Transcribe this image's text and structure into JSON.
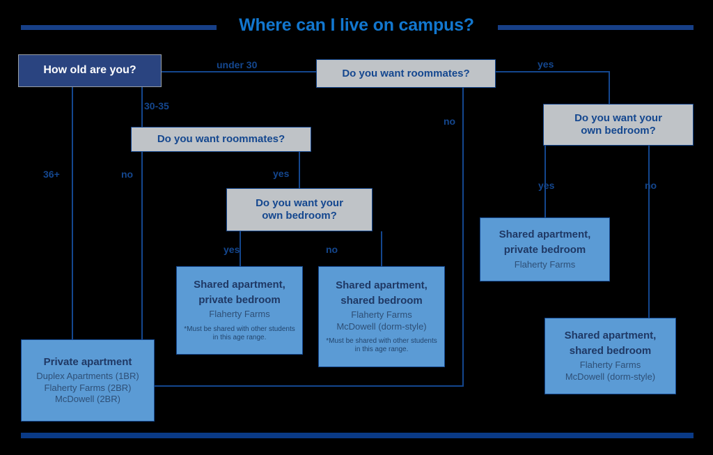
{
  "title": "Where can I live on campus?",
  "colors": {
    "background": "#000000",
    "title_text": "#1277cf",
    "rule": "#173f87",
    "bottom_rule": "#0a3a86",
    "line": "#14478f",
    "root_fill": "#2a4480",
    "root_text": "#ffffff",
    "question_fill": "#bfc3c7",
    "question_text": "#14478f",
    "outcome_fill": "#5b9bd5",
    "outcome_text": "#1f3864"
  },
  "nodes": {
    "root": {
      "title": "How old are you?"
    },
    "q_roommates_under30": {
      "title": "Do you want roommates?"
    },
    "q_roommates_30_35": {
      "title": "Do you want roommates?"
    },
    "q_bedroom_30_35": {
      "title": "Do you want your\nown bedroom?",
      "line1": "Do you want your",
      "line2": "own bedroom?"
    },
    "q_bedroom_under30": {
      "title": "Do you want your\nown bedroom?",
      "line1": "Do you want your",
      "line2": "own bedroom?"
    },
    "out_private_apartment": {
      "line1": "Private apartment",
      "sub": "Duplex Apartments (1BR)\nFlaherty Farms (2BR)\nMcDowell (2BR)",
      "sub_lines": [
        "Duplex Apartments (1BR)",
        "Flaherty Farms (2BR)",
        "McDowell (2BR)"
      ],
      "note": ""
    },
    "out_shared_private_3035": {
      "line1": "Shared apartment,",
      "line2": "private bedroom",
      "sub": "Flaherty Farms",
      "note": "*Must be shared with other students in this age range."
    },
    "out_shared_shared_3035": {
      "line1": "Shared apartment,",
      "line2": "shared bedroom",
      "sub": "Flaherty Farms\nMcDowell (dorm-style)",
      "sub_lines": [
        "Flaherty Farms",
        "McDowell (dorm-style)"
      ],
      "note": "*Must be shared with other students in this age range."
    },
    "out_shared_private_under30": {
      "line1": "Shared apartment,",
      "line2": "private bedroom",
      "sub": "Flaherty Farms",
      "note": ""
    },
    "out_shared_shared_under30": {
      "line1": "Shared apartment,",
      "line2": "shared bedroom",
      "sub": "Flaherty Farms\nMcDowell (dorm-style)",
      "sub_lines": [
        "Flaherty Farms",
        "McDowell (dorm-style)"
      ],
      "note": ""
    }
  },
  "edge_labels": {
    "under_30": "under 30",
    "age_30_35": "30-35",
    "age_36_plus": "36+",
    "roommates_3035_no": "no",
    "roommates_3035_yes": "yes",
    "roommates_under30_yes": "yes",
    "roommates_under30_no": "no",
    "bedroom_3035_yes": "yes",
    "bedroom_3035_no": "no",
    "bedroom_under30_yes": "yes",
    "bedroom_under30_no": "no"
  }
}
